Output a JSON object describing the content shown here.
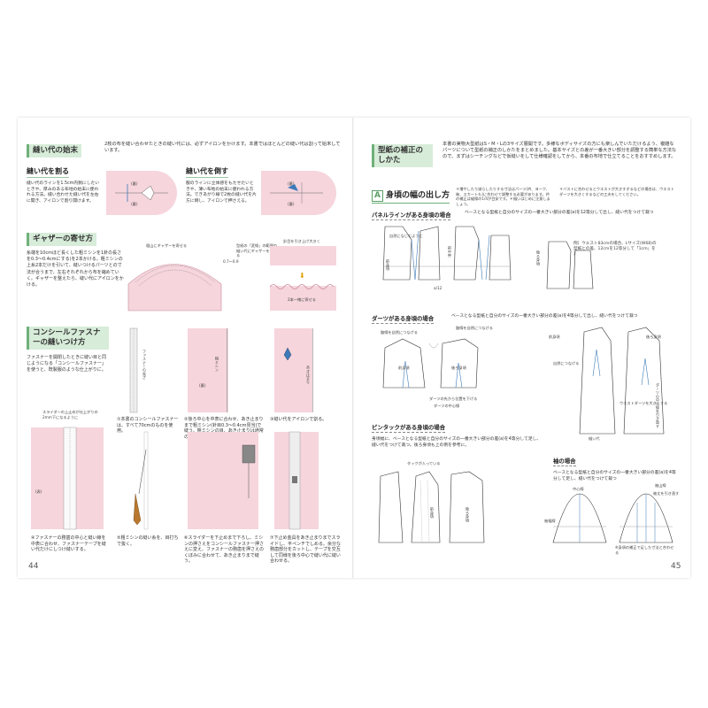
{
  "left": {
    "page_number": "44",
    "intro": "2枚の布を縫い合わせたときの縫い代には、必ずアイロンをかけます。本書ではほとんどの縫い代は割って始末しています。",
    "seam": {
      "title": "縫い代の始末",
      "split_title": "縫い代を割る",
      "split_text": "縫い代のラインを1.5cm内側にしたいときや、厚みのある布地の始末に使われる方法。縫い合わせた縫い代を左右に開き、アイロンで割り開けます。",
      "fold_title": "縫い代を倒す",
      "fold_text": "服のラインに立体感をもたせたいときや、薄い布地の始末に使われる方法。できあがり線で2枚の縫い代を片方に倒し、アイロンで押さえる。",
      "back_label": "(裏)"
    },
    "gather": {
      "title": "ギャザーの寄せ方",
      "text": "糸端を10cmほど長くした粗ミシンを1針の長さを0.3〜0.4cmにする)を2本かける。粗ミシンの上糸2本だけを引いて、縫いつけるパーツとの寸法が合うまで、左右それぞれから布を縮めていく。ギャザーを整えたら、縫い代にアイロンをかける。",
      "label_top": "粗山にギャザーを寄せる",
      "label_measure": "0.7〜0.9",
      "label_side": "型紙の「変線」の範囲の縫い代にギャザーを寄せる",
      "label_pull": "針目を引き上げ大きく",
      "label_bottom": "2本一緒に寄せる"
    },
    "zipper": {
      "title": "コンシールファスナーの縫いつけ方",
      "text": "ファスナーを開閉したときに縫い目と同じようになる「コンシールファスナー」を使うと、既製服のような仕上がりに。",
      "label_slider": "スライダーの上止めが仕上がりの2mm下になるように",
      "label_zipper": "ファスナーの長さ",
      "label_seam": "あき止まり",
      "label_rough": "粗ミシン",
      "step1": "①本書のコンシールファスナーは、すべて70cmのものを使用。",
      "step2": "②後ろ中心を中表に合わせ、あき止まりまで粗ミシン(針目0.3〜0.4cm見当)で縫う。粗ミシンの目、あき止まりは通常の針目で縫う。",
      "step3": "③縫い代をアイロンで割る。",
      "step4": "④ファスナーの務歯の中心と縫い線を中表に合わせ、ファスナーテープを縫い代だけにしつけ縫いする。",
      "step5": "⑤粗ミシンの縫い糸を、目打ちで抜く。",
      "step6": "⑥スライダーを下止めまで下ろし、ミシンの押さえをコンシールファスナー押さえに変え、ファスナーの務歯を押さえのくぼみに合わせて、あき止まりまで縫う。",
      "step7": "⑦下止め金具をあき止まりまでスライドし、平ペンチでしめる。余分な務歯部分をカットし、テープを交互して同様を後ろ中心で縫い代に縫い合わせる。",
      "back_label": "(裏)",
      "table_label": "(表)"
    }
  },
  "right": {
    "page_number": "45",
    "correction": {
      "title": "型紙の補正のしかた",
      "text": "本書の実物大型紙はS・M・Lの3サイズ展開です。多様なボディサイズの方にも楽しんでいただけるよう、複雑なパーツについて型紙の補正のしかたをまとめました。基本サイズとの差が一番大きい部分を調整する簡単な方法なので、まずはシーチングなどで仮縫いをして仕様確認をしてから、本番の布地で仕立てることをおすすめします。"
    },
    "section_a": {
      "letter": "A",
      "title": "身頃の幅の出し方",
      "note_left": "＊増やしたり減らしたりする寸法はパーツ(衿、ヨーク、袖、スカートも)に合わせて調整する必要があります。衿の補正は縫線の1/4が目安です。＊縫いはじめに注意しましょう。",
      "note_right": "＊バストに合わせるとウエストが大きすぎるなどの場合は、ウエストダーツを大きくするなどの工夫をしてください。"
    },
    "panel": {
      "title": "パネルラインがある身頃の場合",
      "text": "ベースとなる型紙と自分のサイズの一番大きい部分の差(a)を12等分して出し、縫い代をつけて裁つ",
      "example": "例）ウエスト83cmの場合、Lサイズ(W68)の型紙との差、12cmを12等分して「1cm」を足す",
      "label_left": "前身頃",
      "label_center": "前中央",
      "label_back": "後ろ身頃",
      "label_side": "自然になじむように",
      "label_a": "a/12"
    },
    "dart": {
      "title": "ダーツがある身頃の場合",
      "text": "ベースとなる型紙と自分のサイズの一番大きい部分の差(a)を4等分して出し、縫い代をつけて裁つ",
      "label_1": "脇線を自然につなげる",
      "label_2": "脇線を自然につなげる",
      "label_3": "ダーツの先から位置を下げる",
      "label_4": "ダーツの中心線",
      "label_5": "前身頃",
      "label_6": "後ろ身頃",
      "label_7": "ウエストダーツを大きくする",
      "label_8": "前身頃",
      "label_9": "後ろ身頃",
      "label_10": "縫い代",
      "label_11": "ダーツの中心線を引き直す",
      "label_12": "自然につなげる"
    },
    "pintuck": {
      "title": "ピンタックがある身頃の場合",
      "text": "身頃幅に、ベースとなる型紙と自分のサイズの一番大きい部分の差(a)を4等分して足し、縫い代をつけて裁つ。後ろ身頃も上の例を参考に。",
      "label_1": "タックが入っている",
      "label_2": "前身頃",
      "label_3": "後ろ身頃"
    },
    "sleeve": {
      "title": "袖の場合",
      "text": "ベースとなる型紙と自分のサイズの一番大きい部分の差(a)を4等分して足し、縫い代をつけて裁つ",
      "label_1": "中心線",
      "label_2": "袖幅線",
      "label_3": "袖山線",
      "label_4": "袖丈を引き直す",
      "label_5": "※身頃の補正で足した寸法と合わせる"
    }
  }
}
